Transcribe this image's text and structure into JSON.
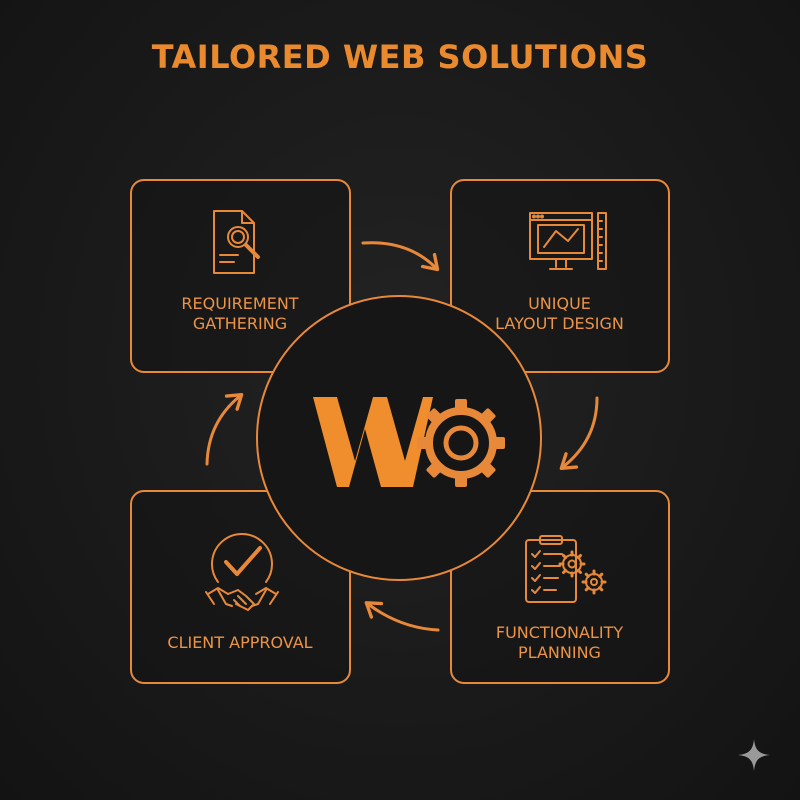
{
  "title": "TAILORED WEB SOLUTIONS",
  "steps": [
    {
      "line1": "REQUIREMENT",
      "line2": "GATHERING",
      "icon": "document-search-icon"
    },
    {
      "line1": "UNIQUE",
      "line2": "LAYOUT DESIGN",
      "icon": "layout-design-icon"
    },
    {
      "line1": "FUNCTIONALITY",
      "line2": "PLANNING",
      "icon": "checklist-gears-icon"
    },
    {
      "line1": "CLIENT APPROVAL",
      "icon": "handshake-check-icon"
    }
  ],
  "center": {
    "logo_letter": "W",
    "icon": "gear-icon"
  },
  "colors": {
    "accent": "#e8893a",
    "background": "#1a1a1a",
    "text": "#ec9446"
  }
}
